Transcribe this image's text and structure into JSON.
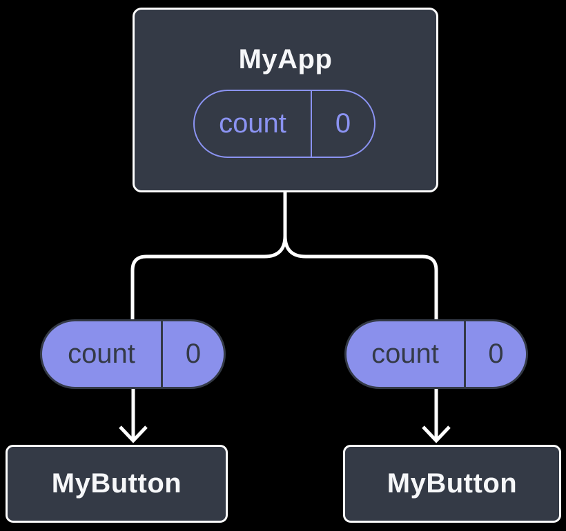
{
  "diagram": {
    "description": "React component tree: parent component holding state passed as props to two child components",
    "root": {
      "title": "MyApp",
      "state": {
        "name": "count",
        "value": "0"
      }
    },
    "children": [
      {
        "title": "MyButton",
        "prop": {
          "name": "count",
          "value": "0"
        }
      },
      {
        "title": "MyButton",
        "prop": {
          "name": "count",
          "value": "0"
        }
      }
    ],
    "colors": {
      "background": "#000000",
      "node_background": "#343A46",
      "node_border": "#FFFFFF",
      "node_text": "#F6F7F9",
      "state_pill_stroke": "#8B93F2",
      "prop_pill_fill": "#8A90EC",
      "prop_pill_text": "#343A46",
      "connector": "#FFFFFF"
    }
  }
}
